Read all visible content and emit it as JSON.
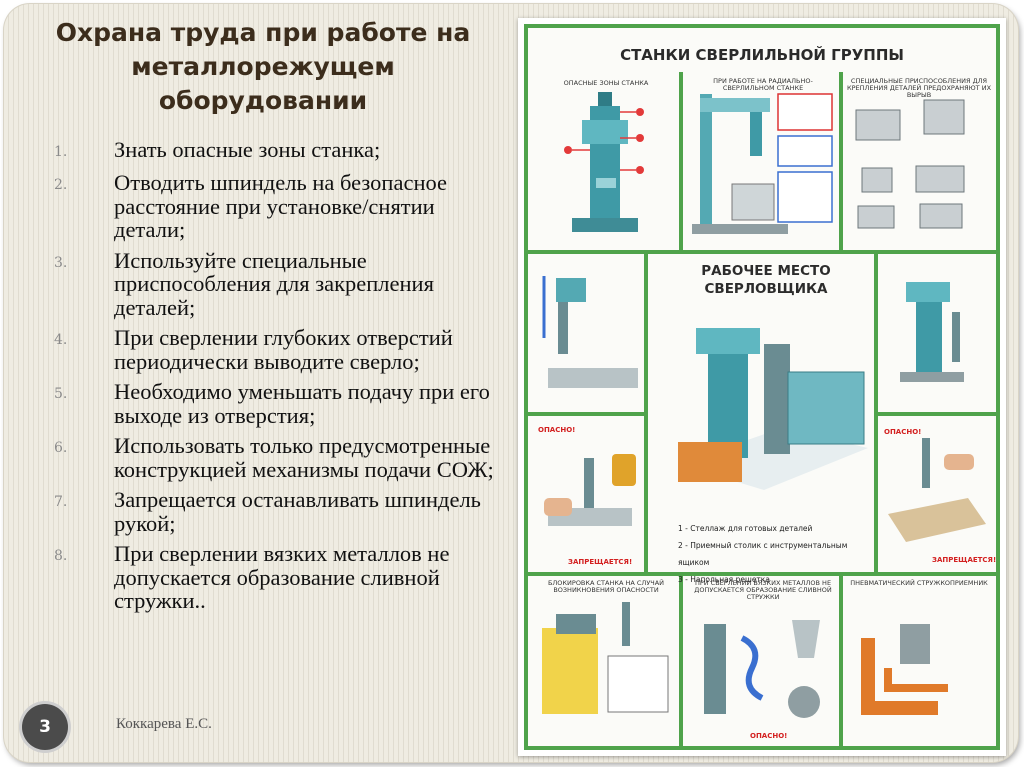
{
  "slide": {
    "title": "Охрана труда при работе на металлорежущем оборудовании",
    "slide_number": "3",
    "author": "Коккарева Е.С."
  },
  "list": [
    {
      "num": "1.",
      "text": "Знать опасные зоны станка;"
    },
    {
      "num": "2.",
      "text": "Отводить шпиндель на безопасное расстояние при установке/снятии детали;"
    },
    {
      "num": "3.",
      "text": "Используйте специальные приспособления для закрепления деталей;"
    },
    {
      "num": "4.",
      "text": "При сверлении глубоких отверстий периодически выводите сверло;"
    },
    {
      "num": "5.",
      "text": "Необходимо уменьшать подачу при его выходе из отверстия;"
    },
    {
      "num": "6.",
      "text": "Использовать только предусмотренные конструкцией механизмы подачи СОЖ;"
    },
    {
      "num": "7.",
      "text": "Запрещается останавливать шпиндель рукой;"
    },
    {
      "num": "8.",
      "text": " При сверлении вязких металлов не допускается образование сливной стружки.."
    }
  ],
  "poster": {
    "title": "СТАНКИ СВЕРЛИЛЬНОЙ ГРУППЫ",
    "panel1": "ОПАСНЫЕ ЗОНЫ СТАНКА",
    "panel2": "ПРИ РАБОТЕ НА РАДИАЛЬНО-СВЕРЛИЛЬНОМ СТАНКЕ",
    "panel3": "СПЕЦИАЛЬНЫЕ ПРИСПОСОБЛЕНИЯ ДЛЯ КРЕПЛЕНИЯ ДЕТАЛЕЙ ПРЕДОХРАНЯЮТ ИХ ВЫРЫВ",
    "center_title": "РАБОЧЕЕ МЕСТО СВЕРЛОВЩИКА",
    "legend": [
      "1 - Стеллаж для готовых деталей",
      "2 - Приемный столик с инструментальным ящиком",
      "3 - Напольная решетка"
    ],
    "danger": "ОПАСНО!",
    "forbidden": "ЗАПРЕЩАЕТСЯ!",
    "panel7": "БЛОКИРОВКА СТАНКА НА СЛУЧАЙ ВОЗНИКНОВЕНИЯ ОПАСНОСТИ",
    "panel8": "ПРИ СВЕРЛЕНИИ ВЯЗКИХ МЕТАЛЛОВ НЕ ДОПУСКАЕТСЯ ОБРАЗОВАНИЕ СЛИВНОЙ СТРУЖКИ",
    "panel9": "ПНЕВМАТИЧЕСКИЙ СТРУЖКОПРИЕМНИК"
  }
}
